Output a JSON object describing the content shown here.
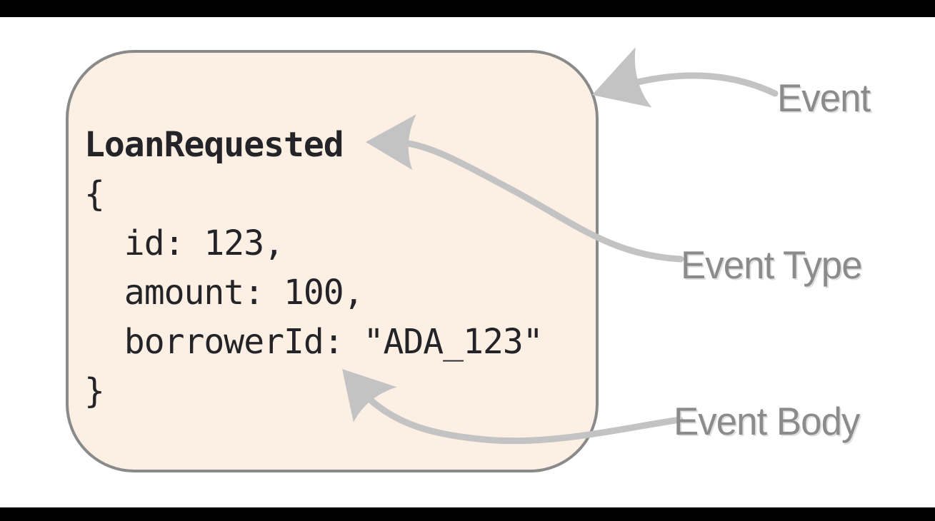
{
  "canvas": {
    "background_color": "#ffffff",
    "letterbox_color": "#000000"
  },
  "event_card": {
    "fill_color": "#fcefe3",
    "border_color": "#8a8a8a",
    "code": {
      "type_name": "LoanRequested",
      "body": "{\n  id: 123,\n  amount: 100,\n  borrowerId: \"ADA_123\"\n}",
      "fields": [
        {
          "key": "id",
          "value": "123"
        },
        {
          "key": "amount",
          "value": "100"
        },
        {
          "key": "borrowerId",
          "value": "\"ADA_123\""
        }
      ]
    }
  },
  "annotations": {
    "arrow_color": "#c3c3c3",
    "label_color": "#8b8b8b",
    "labels": [
      {
        "id": "event",
        "text": "Event",
        "points_to": "card top-right corner"
      },
      {
        "id": "event-type",
        "text": "Event Type",
        "points_to": "LoanRequested line"
      },
      {
        "id": "event-body",
        "text": "Event Body",
        "points_to": "JSON body"
      }
    ]
  }
}
